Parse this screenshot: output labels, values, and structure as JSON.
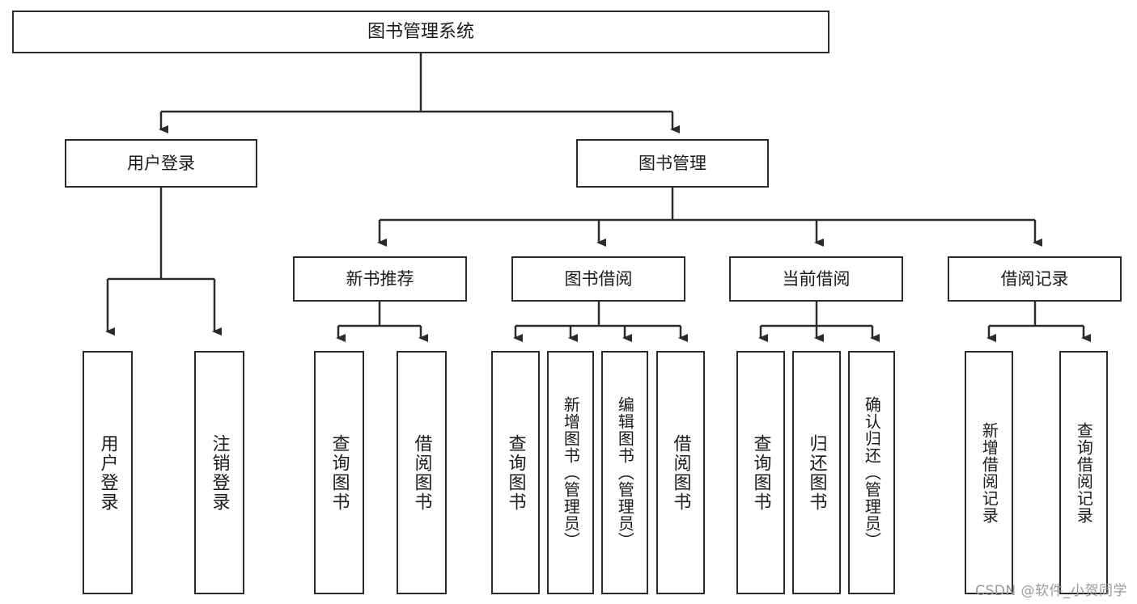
{
  "diagram": {
    "title": "图书管理系统",
    "type": "hierarchy-tree",
    "watermark": "CSDN @软件_小贺同学",
    "colors": {
      "box_border": "#2b2b2b",
      "box_fill": "#ffffff",
      "connector": "#2b2b2b",
      "text": "#1a1a1a",
      "watermark": "#9a9a9a"
    },
    "nodes": {
      "root": {
        "label": "图书管理系统"
      },
      "level2": [
        {
          "id": "user-login",
          "label": "用户登录"
        },
        {
          "id": "book-management",
          "label": "图书管理"
        }
      ],
      "level3": [
        {
          "id": "new-book-recommend",
          "label": "新书推荐"
        },
        {
          "id": "book-borrow",
          "label": "图书借阅"
        },
        {
          "id": "current-borrow",
          "label": "当前借阅"
        },
        {
          "id": "borrow-record",
          "label": "借阅记录"
        }
      ],
      "leaves": {
        "user_login": [
          {
            "id": "leaf-user-login",
            "label": "用户登录"
          },
          {
            "id": "leaf-logout-login",
            "label": "注销登录"
          }
        ],
        "new_book_recommend": [
          {
            "id": "leaf-query-book-1",
            "label": "查询图书"
          },
          {
            "id": "leaf-borrow-book-1",
            "label": "借阅图书"
          }
        ],
        "book_borrow": [
          {
            "id": "leaf-query-book-2",
            "label": "查询图书"
          },
          {
            "id": "leaf-add-book",
            "label": "新增图书（管理员）"
          },
          {
            "id": "leaf-edit-book",
            "label": "编辑图书（管理员）"
          },
          {
            "id": "leaf-borrow-book-2",
            "label": "借阅图书"
          }
        ],
        "current_borrow": [
          {
            "id": "leaf-query-book-3",
            "label": "查询图书"
          },
          {
            "id": "leaf-return-book",
            "label": "归还图书"
          },
          {
            "id": "leaf-confirm-return",
            "label": "确认归还（管理员）"
          }
        ],
        "borrow_record": [
          {
            "id": "leaf-add-record",
            "label": "新增借阅记录"
          },
          {
            "id": "leaf-query-record",
            "label": "查询借阅记录"
          }
        ]
      }
    }
  }
}
